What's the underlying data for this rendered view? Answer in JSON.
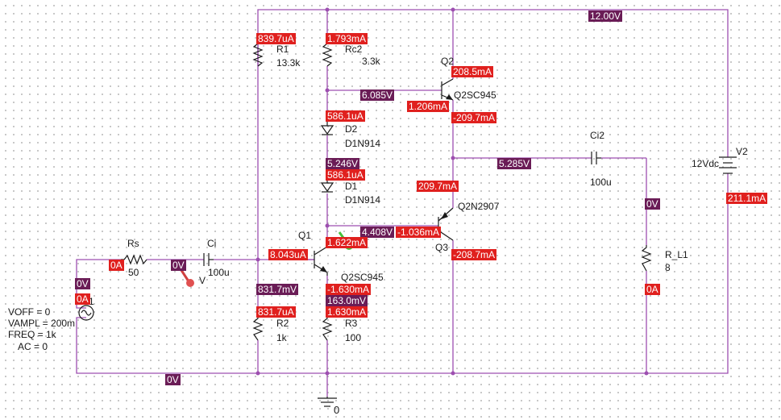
{
  "components": {
    "R1": {
      "ref": "R1",
      "value": "13.3k"
    },
    "Rc2": {
      "ref": "Rc2",
      "value": "3.3k"
    },
    "R2": {
      "ref": "R2",
      "value": "1k"
    },
    "R3": {
      "ref": "R3",
      "value": "100"
    },
    "Rs": {
      "ref": "Rs",
      "value": "50"
    },
    "RL": {
      "ref": "R_L1",
      "value": "8"
    },
    "Ci": {
      "ref": "Ci",
      "value": "100u"
    },
    "Ci2": {
      "ref": "Ci2",
      "value": "100u"
    },
    "D1": {
      "ref": "D1",
      "model": "D1N914"
    },
    "D2": {
      "ref": "D2",
      "model": "D1N914"
    },
    "Q1": {
      "ref": "Q1",
      "model": "Q2SC945"
    },
    "Q2": {
      "ref": "Q2",
      "model": "Q2SC945"
    },
    "Q3": {
      "ref": "Q3",
      "model": "Q2N2907"
    },
    "V2": {
      "ref": "V2",
      "value": "12Vdc"
    },
    "source": {
      "voff": "VOFF = 0",
      "vampl": "VAMPL = 200m",
      "freq": "FREQ = 1k",
      "ac": "AC = 0",
      "ref": "1"
    },
    "ground": {
      "label": "0"
    }
  },
  "markers": {
    "v_probe": "V",
    "i_r1": "839.7uA",
    "i_rc2": "1.793mA",
    "v_supply": "12.00V",
    "i_q2_c": "208.5mA",
    "v_q2_b": "6.085V",
    "i_q2_b": "1.206mA",
    "i_q2_e": "-209.7mA",
    "i_d2": "586.1uA",
    "v_out_node": "5.285V",
    "v_d1": "5.246V",
    "i_d1": "586.1uA",
    "i_q3_e": "209.7mA",
    "v_rl_top": "0V",
    "i_v2": "211.1mA",
    "v_q3_b": "4.408V",
    "i_q1_c": "1.622mA",
    "i_q3_b": "-1.036mA",
    "i_ci": "8.043uA",
    "i_q3_c": "-208.7mA",
    "i_rs": "0A",
    "v_ci_in": "0V",
    "v_src_top": "0V",
    "i_src": "0A",
    "v_q1_b": "831.7mV",
    "i_q1_e": "-1.630mA",
    "v_q1_e": "163.0mV",
    "i_r2": "831.7uA",
    "i_r3": "1.630mA",
    "i_rl": "0A",
    "v_gnd": "0V"
  }
}
